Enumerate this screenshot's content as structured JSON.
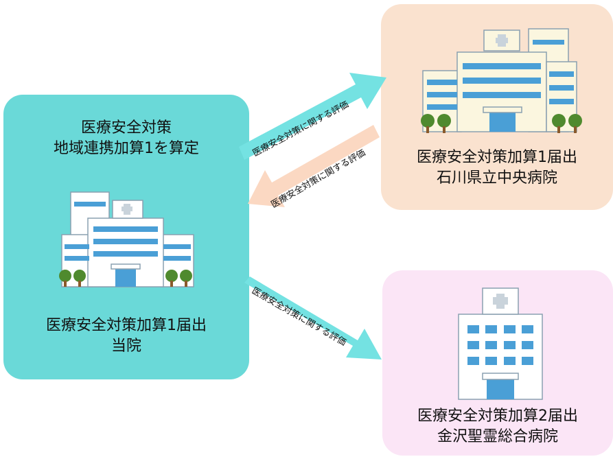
{
  "left_node": {
    "title_line1": "医療安全対策",
    "title_line2": "地域連携加算1を算定",
    "label_line1": "医療安全対策加算1届出",
    "label_line2": "当院"
  },
  "top_right_node": {
    "label_line1": "医療安全対策加算1届出",
    "label_line2": "石川県立中央病院"
  },
  "bottom_right_node": {
    "label_line1": "医療安全対策加算2届出",
    "label_line2": "金沢聖霊総合病院"
  },
  "arrows": {
    "to_top_right": "医療安全対策に関する評価",
    "from_top_right": "医療安全対策に関する評価",
    "to_bottom_right": "医療安全対策に関する評価"
  },
  "colors": {
    "left_box": "#6ad9d8",
    "top_right_box": "#fae2cf",
    "bottom_right_box": "#fbe5f6",
    "arrow_teal": "#74e2e2",
    "arrow_peach": "#fbd8c2"
  }
}
